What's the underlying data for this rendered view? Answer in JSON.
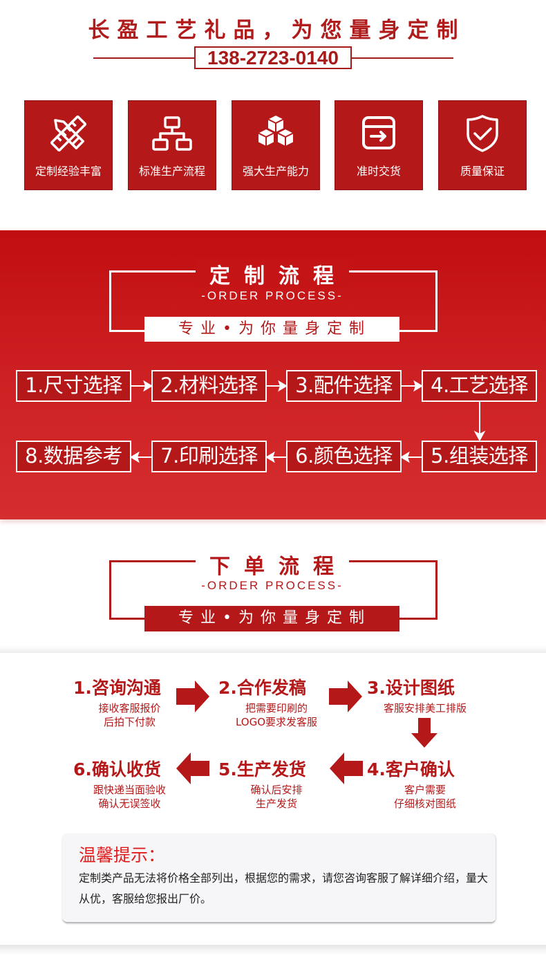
{
  "header": {
    "title": "长盈工艺礼品，为您量身定制",
    "phone": "138-2723-0140"
  },
  "features": [
    {
      "label": "定制经验丰富",
      "icon": "pencil-ruler-icon"
    },
    {
      "label": "标准生产流程",
      "icon": "org-chart-icon"
    },
    {
      "label": "强大生产能力",
      "icon": "cubes-icon"
    },
    {
      "label": "准时交货",
      "icon": "box-arrow-icon"
    },
    {
      "label": "质量保证",
      "icon": "shield-check-icon"
    }
  ],
  "custom_process": {
    "title": "定制流程",
    "subtitle": "-ORDER PROCESS-",
    "slogan": "专业•为你量身定制",
    "steps": [
      "1.尺寸选择",
      "2.材料选择",
      "3.配件选择",
      "4.工艺选择",
      "5.组装选择",
      "6.颜色选择",
      "7.印刷选择",
      "8.数据参考"
    ]
  },
  "order_process": {
    "title": "下单流程",
    "subtitle": "-ORDER PROCESS-",
    "slogan": "专业•为你量身定制",
    "steps": [
      {
        "title": "1.咨询沟通",
        "desc1": "接收客服报价",
        "desc2": "后拍下付款"
      },
      {
        "title": "2.合作发稿",
        "desc1": "把需要印刷的",
        "desc2": "LOGO要求发客服"
      },
      {
        "title": "3.设计图纸",
        "desc1": "客服安排美工排版",
        "desc2": ""
      },
      {
        "title": "4.客户确认",
        "desc1": "客户需要",
        "desc2": "仔细核对图纸"
      },
      {
        "title": "5.生产发货",
        "desc1": "确认后安排",
        "desc2": "生产发货"
      },
      {
        "title": "6.确认收货",
        "desc1": "跟快递当面验收",
        "desc2": "确认无误签收"
      }
    ]
  },
  "tip": {
    "title": "温馨提示：",
    "text": "定制类产品无法将价格全部列出，根据您的需求，请您咨询客服了解详细介绍，量大从优，客服给您报出厂价。"
  },
  "colors": {
    "brand_red": "#b51818",
    "accent_red": "#e31b1b"
  }
}
